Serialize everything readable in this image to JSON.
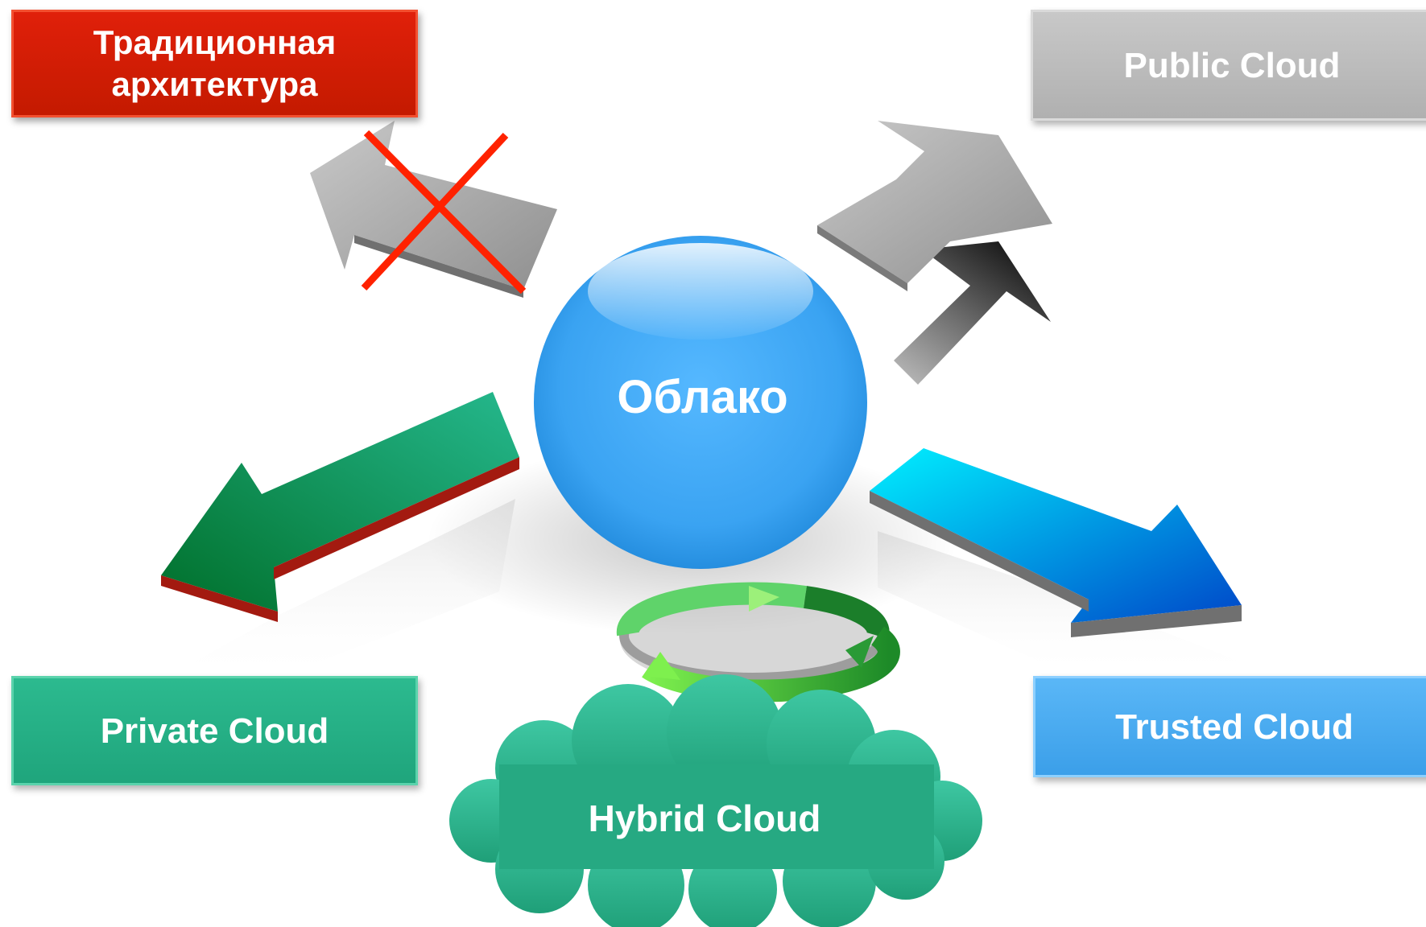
{
  "center": {
    "label": "Облако"
  },
  "nodes": {
    "traditional": {
      "label": "Традиционная архитектура",
      "status": "rejected"
    },
    "public": {
      "label": "Public Cloud"
    },
    "private": {
      "label": "Private Cloud"
    },
    "trusted": {
      "label": "Trusted Cloud"
    },
    "hybrid": {
      "label": "Hybrid Cloud"
    }
  },
  "colors": {
    "traditional": "#d21e00",
    "public": "#b8b8b8",
    "private": "#22ad83",
    "trusted": "#45a8ee",
    "hybrid": "#25a882",
    "sphere": "#3fa9f5",
    "reject_mark": "#ff2200"
  },
  "icons": [
    "cycle-arrows-icon",
    "reject-cross-icon"
  ]
}
